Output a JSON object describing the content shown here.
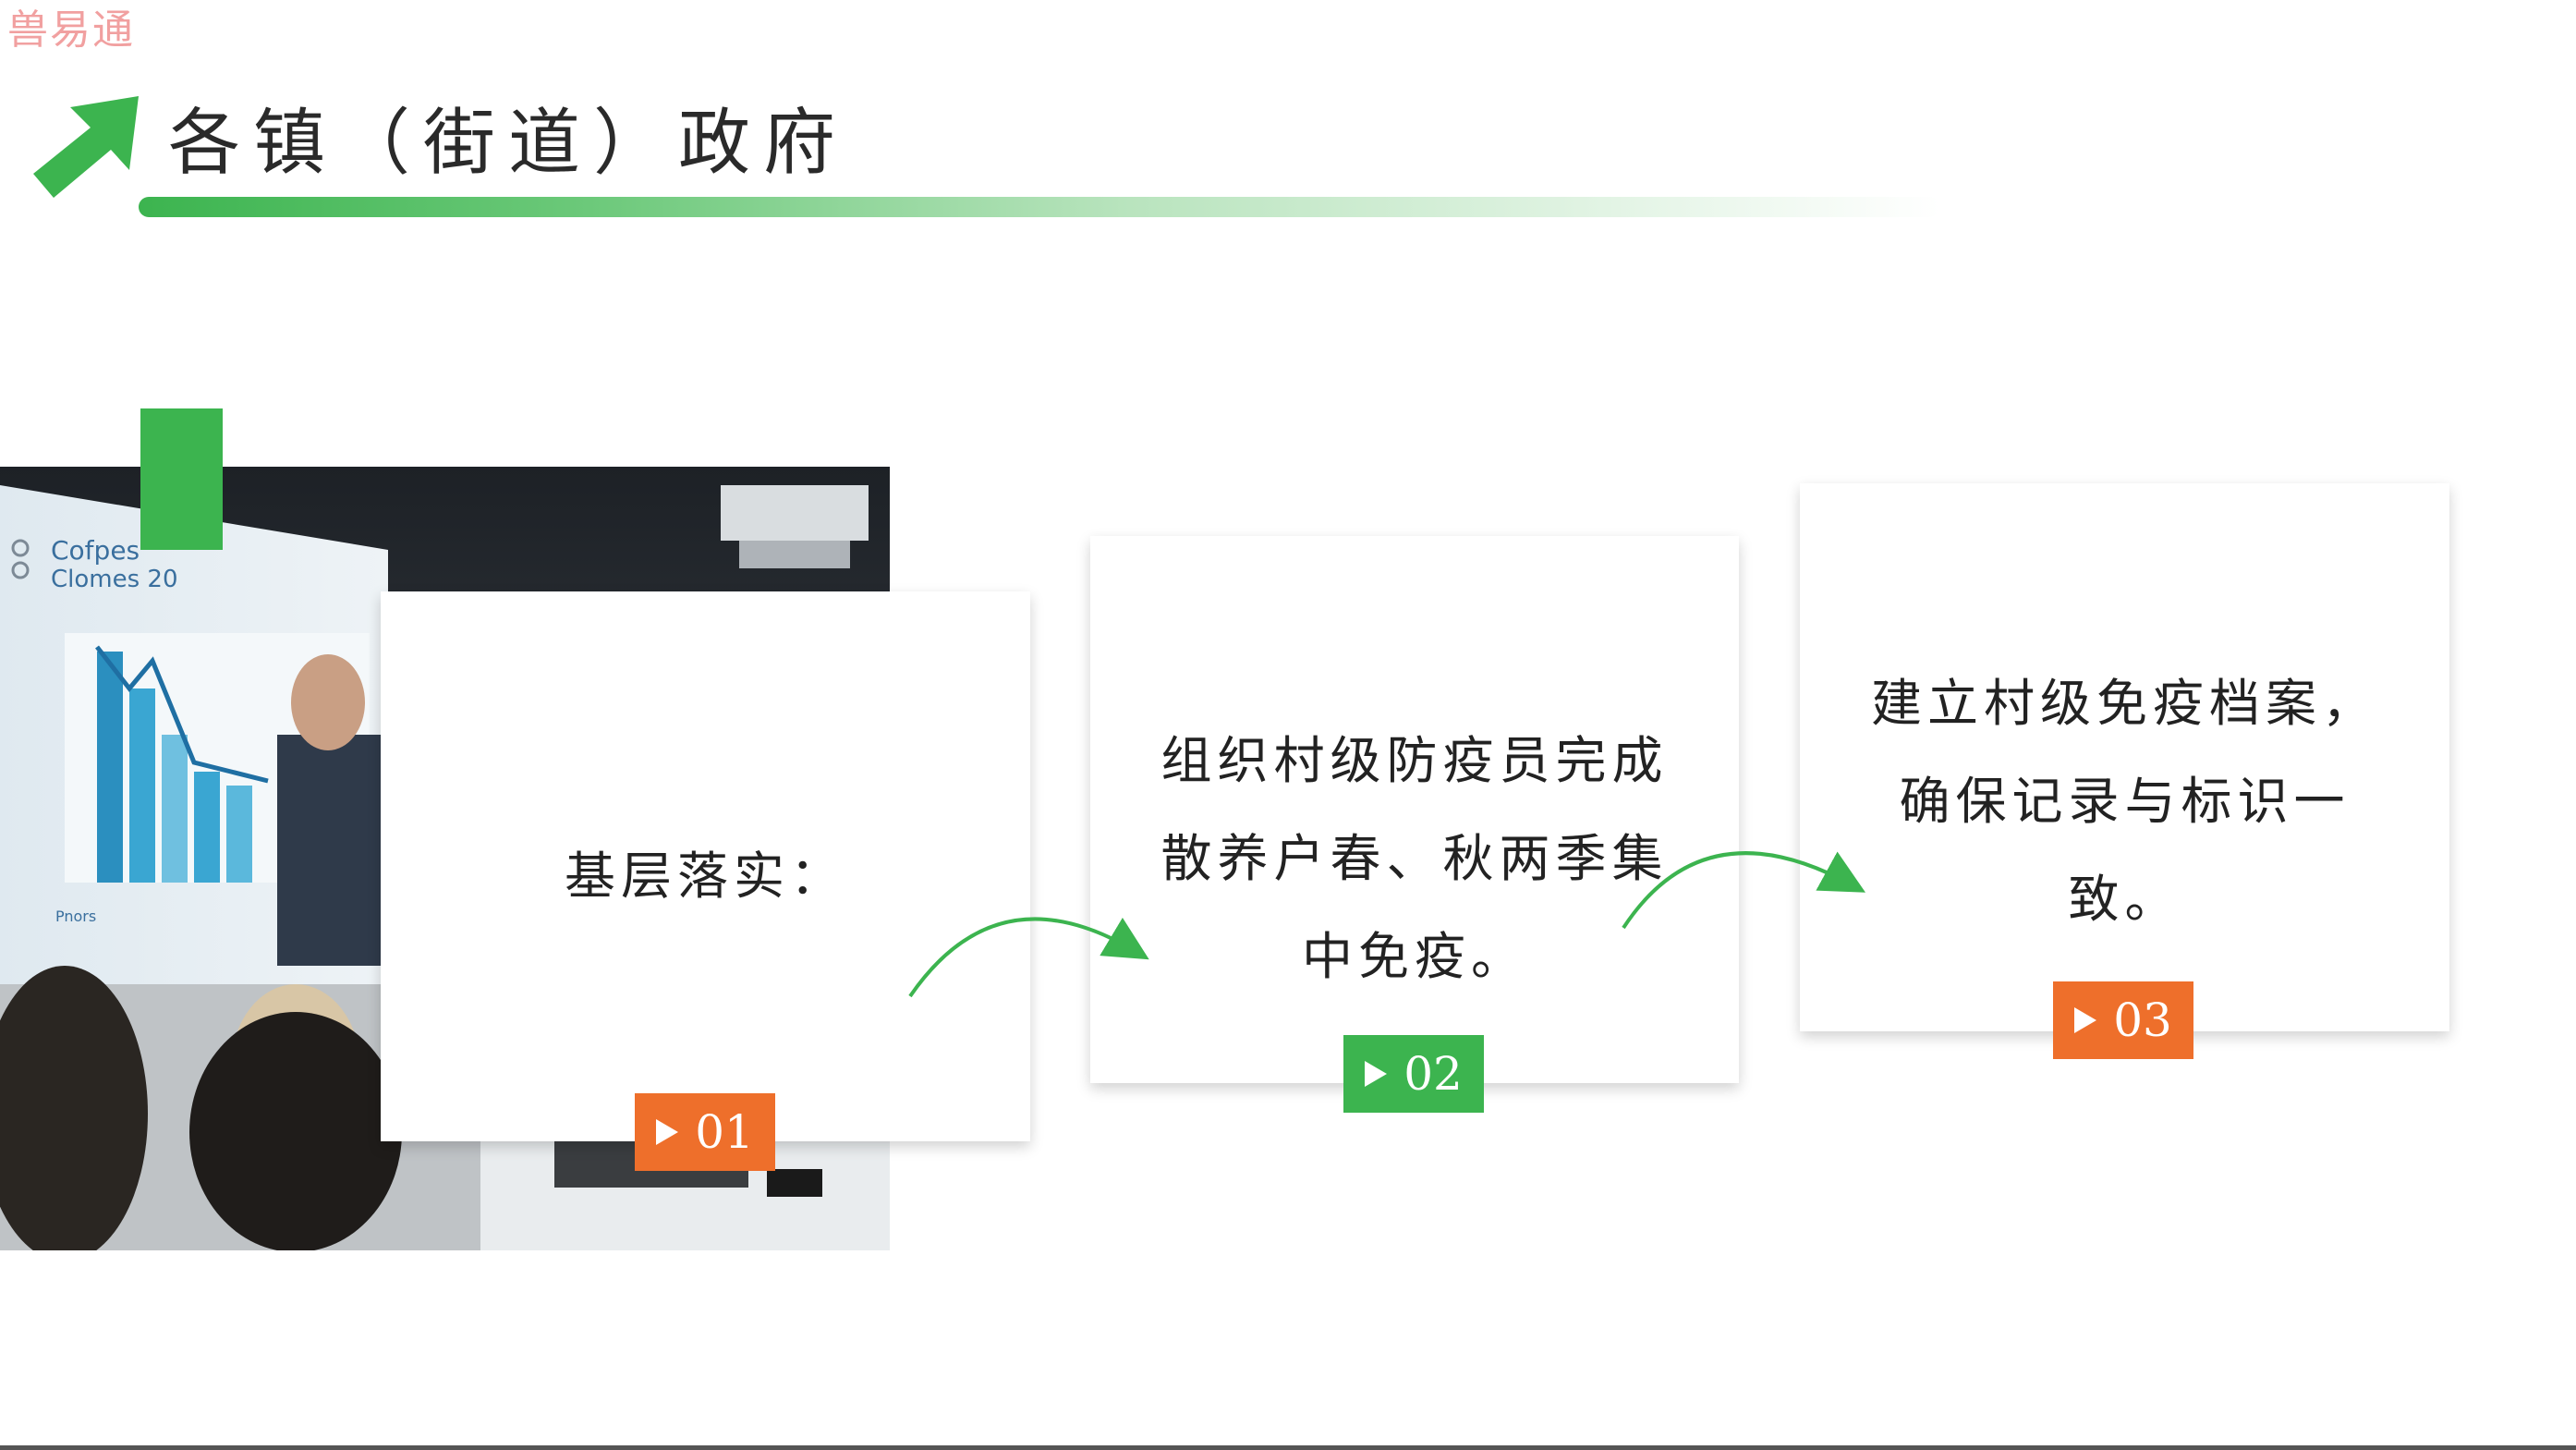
{
  "watermark": "兽易通",
  "title": "各镇（街道）政府",
  "colors": {
    "accent_green": "#3cb44f",
    "accent_orange": "#ee6f2b"
  },
  "photo": {
    "screen_text_1": "Cofpes",
    "screen_text_2": "Clomes 20",
    "screen_text_3": "Pnors"
  },
  "cards": [
    {
      "text": "基层落实：",
      "badge": "01"
    },
    {
      "text": "组织村级防疫员完成散养户春、秋两季集中免疫。",
      "badge": "02"
    },
    {
      "text": "建立村级免疫档案，确保记录与标识一致。",
      "badge": "03"
    }
  ]
}
